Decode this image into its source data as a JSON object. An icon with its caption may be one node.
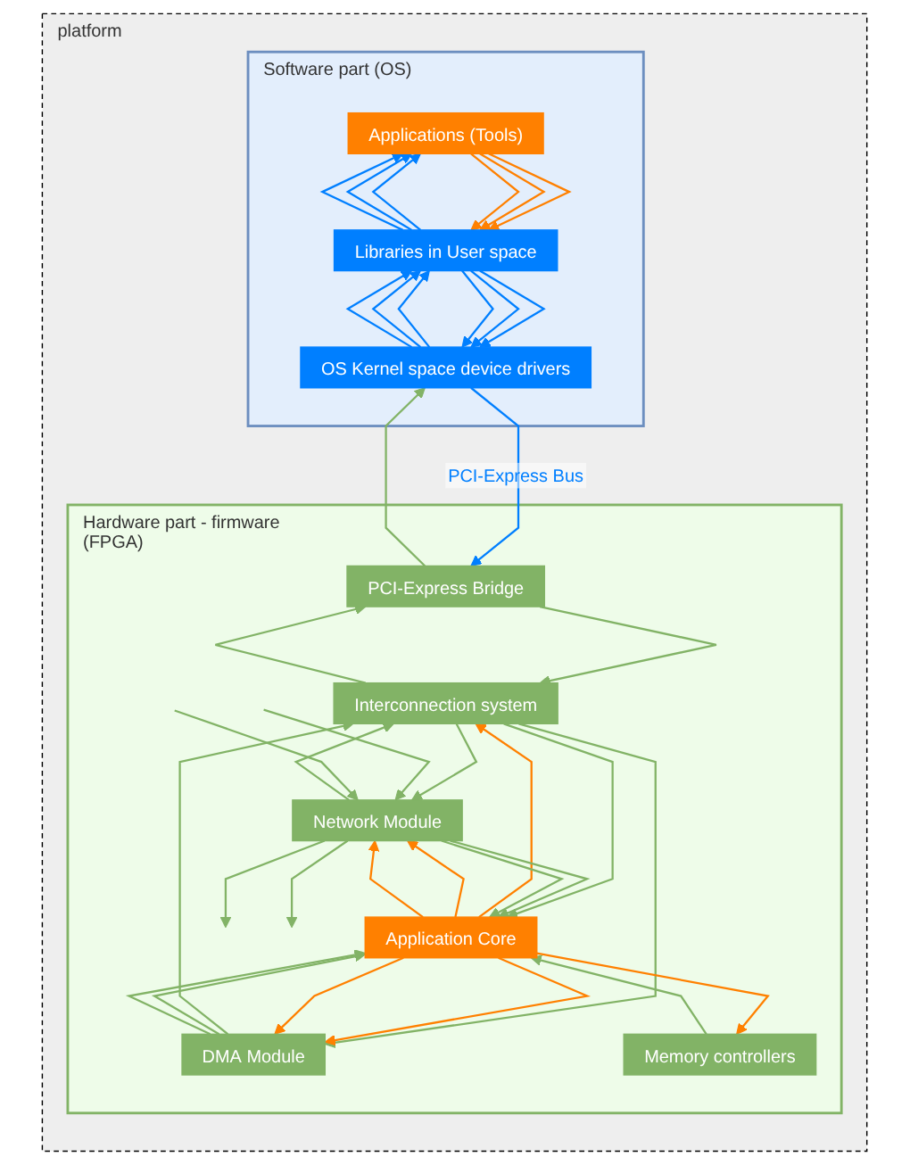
{
  "diagram": {
    "nodes": [
      {
        "text": [
          "platform"
        ]
      },
      {
        "text": [
          "Software part (OS)"
        ],
        "in": 0
      },
      {
        "text": [
          "Applications (Tools)"
        ],
        "in": 1
      },
      {
        "text": [
          "Libraries in User space"
        ],
        "in": 1
      },
      {
        "text": [
          "OS Kernel space device drivers"
        ],
        "in": 1
      },
      {
        "text": [
          "Hardware part - firmware (FPGA)"
        ],
        "in": 0
      },
      {
        "text": [
          "PCI-Express Bridge"
        ],
        "in": 5
      },
      {
        "text": [
          "Interconnection system"
        ],
        "in": 5
      },
      {
        "text": [
          "Network Module"
        ],
        "in": 5
      },
      {
        "text": [
          "Application Core"
        ],
        "in": 5
      },
      {
        "text": [
          "DMA Module"
        ],
        "in": 5
      },
      {
        "text": [
          "Memory controllers"
        ],
        "in": 5
      }
    ],
    "edges": [
      {
        "from": 2,
        "to": 3,
        "arrow": "to",
        "color": "#ff8000"
      },
      {
        "from": 3,
        "to": 2,
        "arrow": "to",
        "color": "#007fff"
      },
      {
        "from": 2,
        "to": 3,
        "arrow": "to",
        "color": "#ff8000"
      },
      {
        "from": 3,
        "to": 2,
        "arrow": "to",
        "color": "#007fff"
      },
      {
        "from": 2,
        "to": 3,
        "arrow": "to",
        "color": "#ff8000"
      },
      {
        "from": 3,
        "to": 2,
        "arrow": "to",
        "color": "#007fff"
      },
      {
        "from": 3,
        "to": 4,
        "arrow": "to",
        "color": "#007fff"
      },
      {
        "from": 4,
        "to": 3,
        "arrow": "to",
        "color": "#007fff"
      },
      {
        "from": 3,
        "to": 4,
        "arrow": "to",
        "color": "#007fff"
      },
      {
        "from": 4,
        "to": 3,
        "arrow": "to",
        "color": "#007fff"
      },
      {
        "from": 3,
        "to": 4,
        "arrow": "to",
        "color": "#007fff"
      },
      {
        "from": 4,
        "to": 3,
        "arrow": "to",
        "color": "#007fff"
      },
      {
        "from": 4,
        "to": 6,
        "arrow": "to",
        "label": "PCI-Express Bus",
        "color": "#007fff"
      },
      {
        "from": 6,
        "to": 4,
        "arrow": "to"
      },
      {
        "from": 6,
        "to": 7,
        "arrow": "to"
      },
      {
        "from": 7,
        "to": 6,
        "arrow": "to"
      },
      {
        "from": 7,
        "to": 8,
        "arrow": "to"
      },
      {
        "from": 8,
        "to": 7,
        "arrow": "to"
      },
      {
        "from": 7,
        "to": 9,
        "arrow": "to"
      },
      {
        "from": 9,
        "to": 7,
        "arrow": "to",
        "color": "#ff8000"
      },
      {
        "from": 7,
        "to": 10,
        "arrow": "to"
      },
      {
        "from": 10,
        "to": 7,
        "arrow": "to"
      },
      {
        "from": 9,
        "to": 8,
        "arrow": "to",
        "color": "#ff8000"
      },
      {
        "from": 8,
        "to": 9,
        "arrow": "to"
      },
      {
        "from": 9,
        "to": 8,
        "arrow": "to",
        "color": "#ff8000"
      },
      {
        "from": 8,
        "to": 9,
        "arrow": "to"
      },
      {
        "from": 10,
        "to": 9,
        "arrow": "to"
      },
      {
        "from": 9,
        "to": 10,
        "arrow": "to",
        "color": "#ff8000"
      },
      {
        "from": 10,
        "to": 9,
        "arrow": "to"
      },
      {
        "from": 9,
        "to": 10,
        "arrow": "to",
        "color": "#ff8000"
      },
      {
        "from": 9,
        "to": 11,
        "arrow": "to",
        "color": "#ff8000"
      },
      {
        "from": 11,
        "to": 9,
        "arrow": "to"
      },
      {
        "from": null,
        "to": 8,
        "arrow": "to"
      },
      {
        "from": 8,
        "to": null,
        "arrow": "to"
      },
      {
        "from": null,
        "to": 8,
        "arrow": "to"
      },
      {
        "from": 8,
        "to": null,
        "arrow": "to"
      }
    ]
  }
}
